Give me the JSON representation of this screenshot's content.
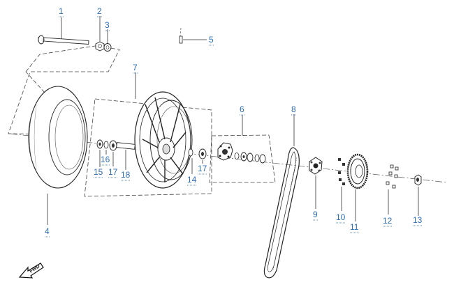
{
  "diagram": {
    "callouts": [
      "1",
      "2",
      "3",
      "4",
      "5",
      "6",
      "7",
      "8",
      "9",
      "10",
      "11",
      "12",
      "13",
      "14",
      "15",
      "16",
      "17",
      "17",
      "18"
    ],
    "direction_label": "FWD"
  },
  "colors": {
    "callout": "#2e6db5",
    "line": "#333333",
    "background": "#ffffff"
  }
}
